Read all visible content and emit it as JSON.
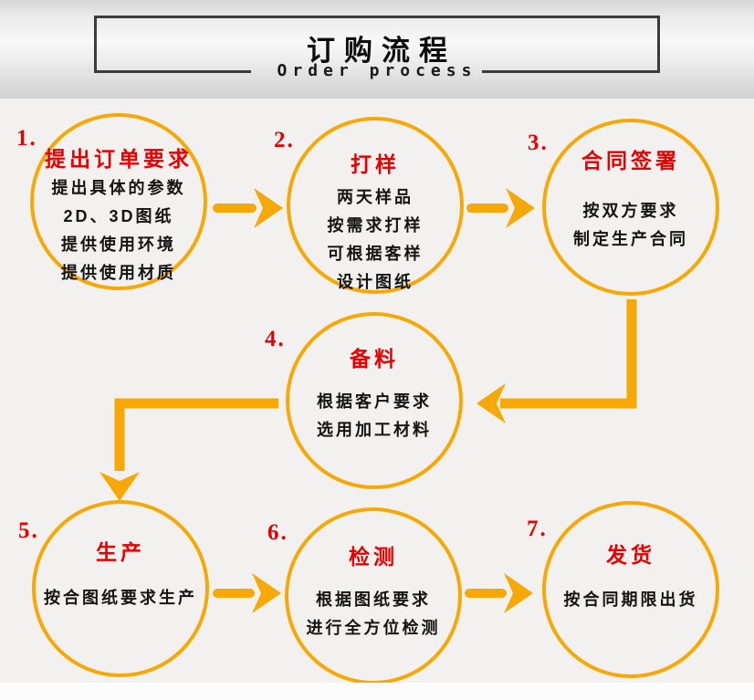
{
  "header": {
    "title": "订购流程",
    "subtitle": "Order process"
  },
  "steps": [
    {
      "num": "1.",
      "title": "提出订单要求",
      "lines": [
        "提出具体的参数",
        "2D、3D图纸",
        "提供使用环境",
        "提供使用材质"
      ]
    },
    {
      "num": "2.",
      "title": "打样",
      "lines": [
        "两天样品",
        "按需求打样",
        "可根据客样",
        "设计图纸"
      ]
    },
    {
      "num": "3.",
      "title": "合同签署",
      "lines": [
        "按双方要求",
        "制定生产合同"
      ]
    },
    {
      "num": "4.",
      "title": "备料",
      "lines": [
        "根据客户要求",
        "选用加工材料"
      ]
    },
    {
      "num": "5.",
      "title": "生产",
      "lines": [
        "按合图纸要求生产"
      ]
    },
    {
      "num": "6.",
      "title": "检测",
      "lines": [
        "根据图纸要求",
        "进行全方位检测"
      ]
    },
    {
      "num": "7.",
      "title": "发货",
      "lines": [
        "按合同期限出货"
      ]
    }
  ],
  "flow": "1→2→3→4→5→6→7",
  "colors": {
    "accent_orange": "#f5a806",
    "step_red": "#e60000",
    "box_border": "#3b3b3b",
    "text_dark": "#141414"
  }
}
